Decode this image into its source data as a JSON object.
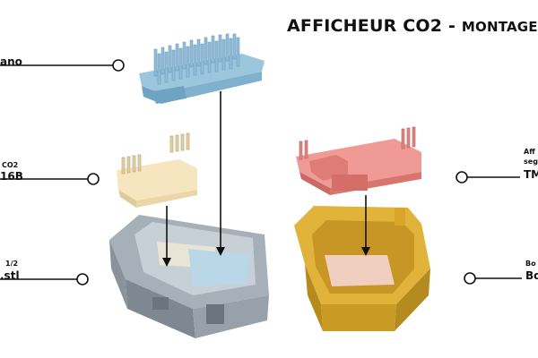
{
  "title": {
    "main": "AFFICHEUR CO2 - ",
    "sub": "MONTAGE D"
  },
  "callouts": {
    "nano": {
      "line1": "ano"
    },
    "co2": {
      "line1": "CO2",
      "line2": "16B"
    },
    "box_bottom": {
      "line1": "1/2",
      "line2": ".stl"
    },
    "display": {
      "line1": "Aff",
      "line2": "seg",
      "line3": "TM"
    },
    "box_top": {
      "line1": "Bo",
      "line2": "Bo"
    }
  },
  "colors": {
    "nano_board": "#8fbcd8",
    "co2_sensor": "#f1ddb0",
    "display_board": "#e8857e",
    "gray_box": "#8e979f",
    "yellow_box": "#d9a62a",
    "callout_line": "#111111",
    "arrow": "#111111"
  },
  "icons": {
    "callout_marker": "hollow-circle",
    "assembly_arrow": "arrow-down"
  }
}
